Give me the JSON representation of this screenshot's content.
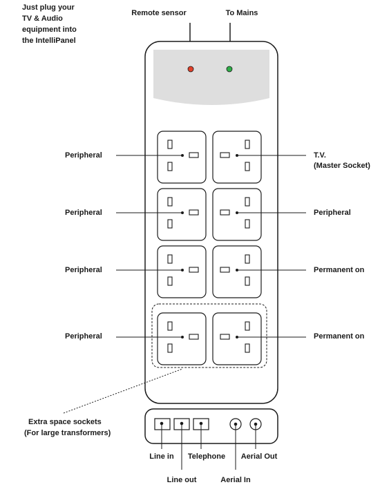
{
  "intro": {
    "line1": "Just plug your",
    "line2": "TV & Audio",
    "line3": "equipment into",
    "line4": "the IntelliPanel"
  },
  "cables": {
    "remote_sensor": "Remote sensor",
    "to_mains": "To Mains"
  },
  "indicators": {
    "left_color": "#e0402a",
    "right_color": "#2fae48"
  },
  "sockets": {
    "left": [
      "Peripheral",
      "Peripheral",
      "Peripheral",
      "Peripheral"
    ],
    "right_master_line1": "T.V.",
    "right_master_line2": "(Master Socket)",
    "right": [
      "Peripheral",
      "Permanent on",
      "Permanent on"
    ]
  },
  "extra_space": {
    "line1": "Extra space sockets",
    "line2": "(For large transformers)"
  },
  "connections": {
    "line_in": "Line in",
    "line_out": "Line out",
    "telephone": "Telephone",
    "aerial_in": "Aerial In",
    "aerial_out": "Aerial Out"
  },
  "colors": {
    "outline": "#1a1a1a",
    "top_panel": "#dedede"
  }
}
